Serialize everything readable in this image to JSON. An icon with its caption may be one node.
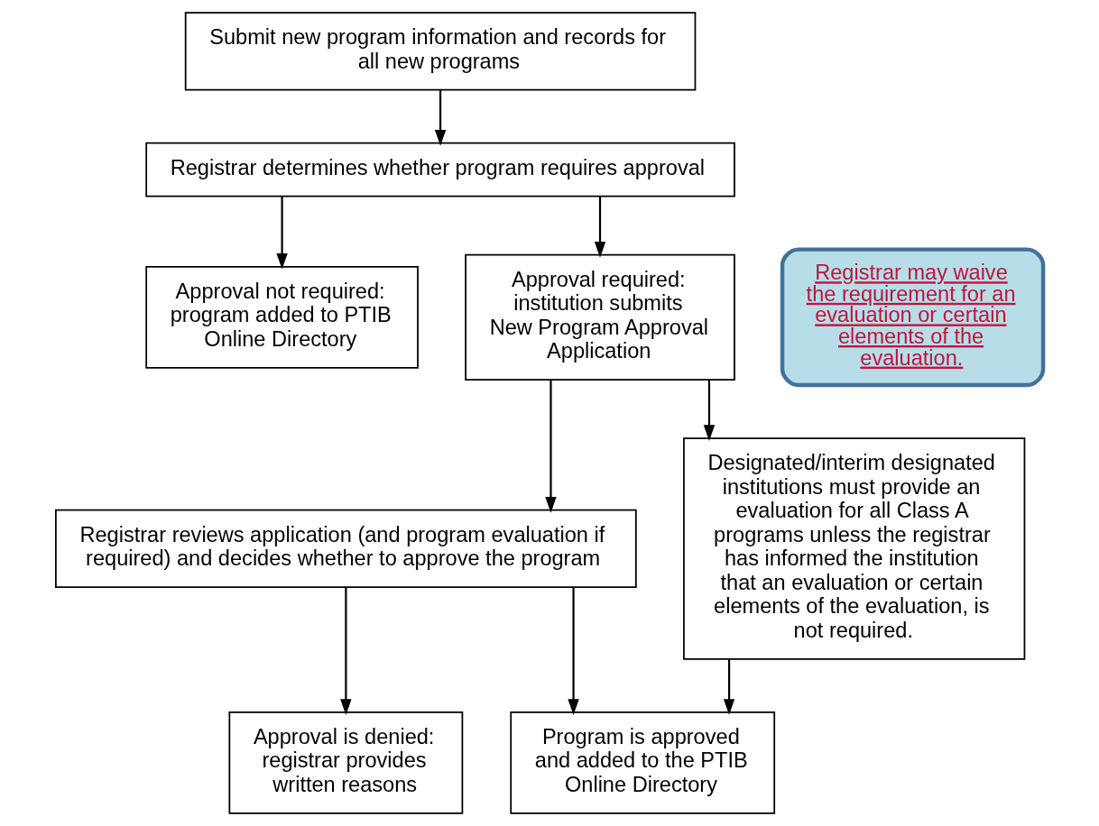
{
  "diagram": {
    "nodes": [
      {
        "text": [
          "Submit new program information and records for all new programs"
        ]
      },
      {
        "text": [
          "Registrar determines whether program requires approval"
        ]
      },
      {
        "text": [
          "Approval not required: program added to PTIB Online Directory"
        ]
      },
      {
        "text": [
          "Approval required: institution submits New Program Approval Application"
        ]
      },
      {
        "text": [
          "Registrar may waive the requirement for an evaluation or certain elements of the evaluation."
        ]
      },
      {
        "text": [
          "Designated/interim designated institutions must provide an evaluation for all Class A programs unless the registrar has informed the institution that an evaluation or certain elements of the evaluation, is not required."
        ]
      },
      {
        "text": [
          "Registrar reviews application (and program evaluation if required) and decides whether to approve the program"
        ]
      },
      {
        "text": [
          "Approval is denied: registrar provides written reasons"
        ]
      },
      {
        "text": [
          "Program is approved and added to the PTIB Online Directory"
        ]
      }
    ],
    "edges": [
      {
        "from": 0,
        "to": 1,
        "arrow": "to"
      },
      {
        "from": 1,
        "to": 2,
        "arrow": "to"
      },
      {
        "from": 1,
        "to": 3,
        "arrow": "to"
      },
      {
        "from": 3,
        "to": 5,
        "arrow": "to"
      },
      {
        "from": 3,
        "to": 6,
        "arrow": "to"
      },
      {
        "from": 6,
        "to": 7,
        "arrow": "to"
      },
      {
        "from": 6,
        "to": 8,
        "arrow": "to"
      },
      {
        "from": 5,
        "to": 8,
        "arrow": "to"
      }
    ]
  }
}
